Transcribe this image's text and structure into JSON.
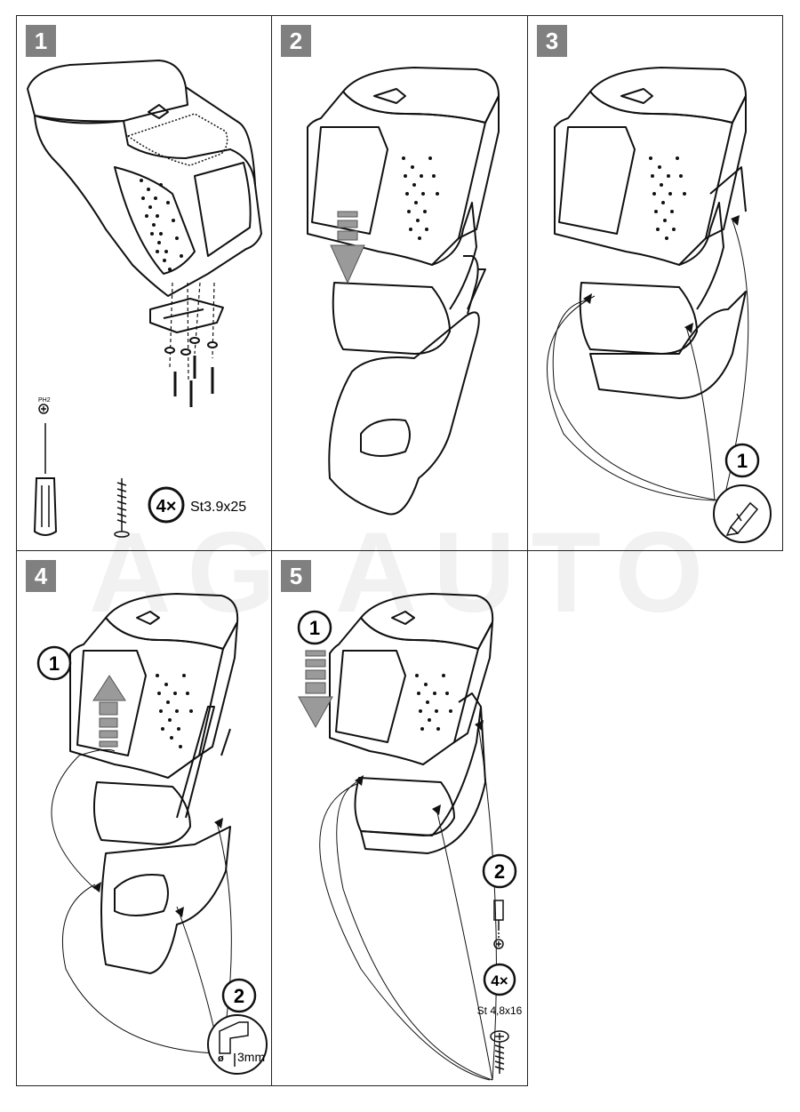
{
  "watermark": "AG AUTO",
  "steps": [
    {
      "number": "1",
      "tool_label": "PH2",
      "screw_count": "4×",
      "screw_spec": "St3.9x25"
    },
    {
      "number": "2"
    },
    {
      "number": "3",
      "substep": "1"
    },
    {
      "number": "4",
      "substep_1": "1",
      "substep_2": "2",
      "drill_size": "3mm",
      "diameter_symbol": "ø"
    },
    {
      "number": "5",
      "substep_1": "1",
      "substep_2": "2",
      "screw_count": "4×",
      "screw_spec": "St 4,8x16"
    }
  ],
  "colors": {
    "badge": "#808080",
    "arrow": "#9a9a9a",
    "line": "#111111"
  }
}
